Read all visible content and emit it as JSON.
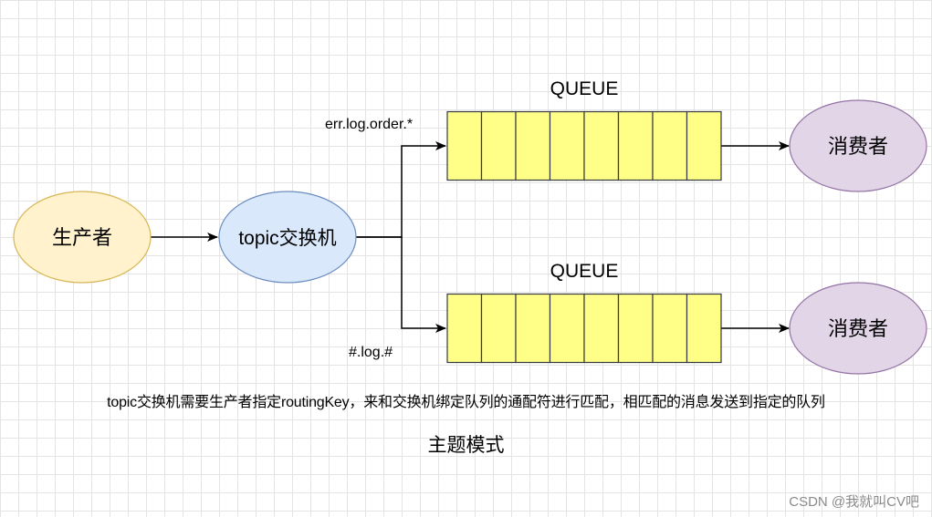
{
  "nodes": {
    "producer": {
      "label": "生产者",
      "fill": "#fff2cc",
      "stroke": "#d6b656"
    },
    "exchange": {
      "label": "topic交换机",
      "fill": "#dae8fc",
      "stroke": "#6c8ebf"
    },
    "consumer_top": {
      "label": "消费者",
      "fill": "#e1d5e7",
      "stroke": "#9673a6"
    },
    "consumer_bottom": {
      "label": "消费者",
      "fill": "#e1d5e7",
      "stroke": "#9673a6"
    }
  },
  "queues": {
    "top": {
      "title": "QUEUE",
      "cells": 8,
      "fill": "#ffff88",
      "stroke": "#36393d"
    },
    "bottom": {
      "title": "QUEUE",
      "cells": 8,
      "fill": "#ffff88",
      "stroke": "#36393d"
    }
  },
  "routing_keys": {
    "top": "err.log.order.*",
    "bottom": "#.log.#"
  },
  "description": "topic交换机需要生产者指定routingKey，来和交换机绑定队列的通配符进行匹配，相匹配的消息发送到指定的队列",
  "title": "主题模式",
  "watermark": "CSDN @我就叫CV吧"
}
